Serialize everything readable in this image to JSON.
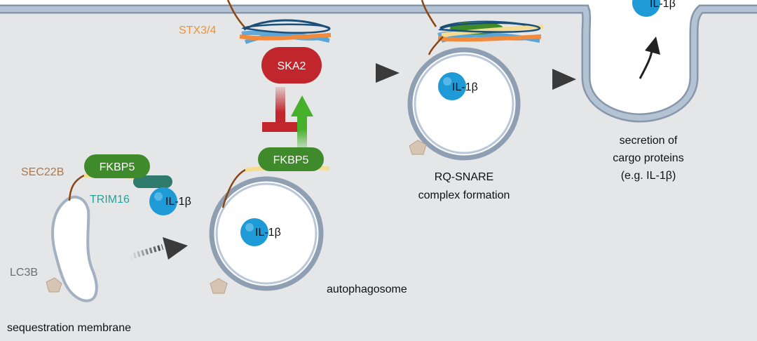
{
  "labels": {
    "stx": "STX3/4",
    "ska2": "SKA2",
    "fkbp5_left": "FKBP5",
    "fkbp5_mid": "FKBP5",
    "sec22b": "SEC22B",
    "trim16": "TRIM16",
    "lc3b": "LC3B",
    "il1b_free": "IL-1β",
    "il1b_auto": "IL-1β",
    "il1b_snare": "IL-1β",
    "il1b_secreted": "IL-1β",
    "autophagosome": "autophagosome",
    "sequestration": "sequestration membrane",
    "rq_line1": "RQ-SNARE",
    "rq_line2": "complex formation",
    "sec_line1": "secretion of",
    "sec_line2": "cargo proteins",
    "sec_line3": "(e.g. IL-1β)"
  },
  "colors": {
    "cytoplasm": "#e5e6e8",
    "membrane": "#a9b9cc",
    "fkbp5": "#3f8a2a",
    "ska2": "#c0262b",
    "il1b": "#1e9ad6",
    "stx_label": "#f0922f",
    "sec22b_label": "#a9794a",
    "trim16_label": "#21a59a",
    "inhibit": "#c0262b",
    "activate": "#46b02b"
  }
}
